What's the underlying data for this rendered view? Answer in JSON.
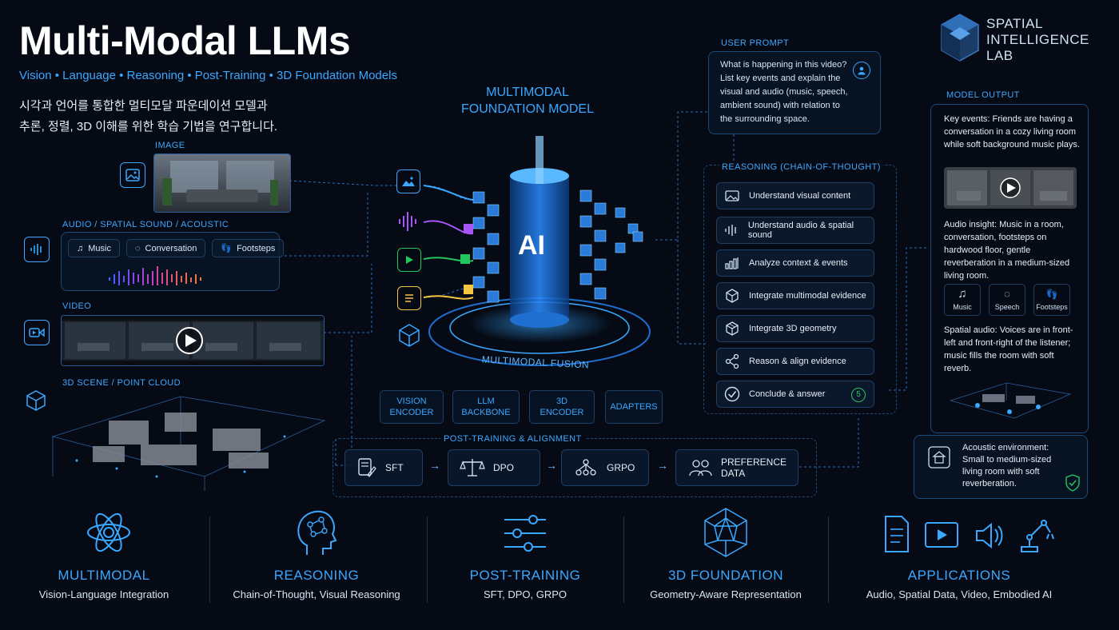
{
  "header": {
    "title": "Multi-Modal LLMs",
    "subtitle": "Vision • Language • Reasoning • Post-Training • 3D Foundation Models",
    "korean_line1": "시각과 언어를 통합한 멀티모달 파운데이션 모델과",
    "korean_line2": "추론, 정렬, 3D 이해를 위한 학습 기법을 연구합니다."
  },
  "logo": {
    "line1": "SPATIAL",
    "line2": "INTELLIGENCE",
    "line3": "LAB"
  },
  "inputs": {
    "image_label": "IMAGE",
    "audio_label": "AUDIO / SPATIAL SOUND / ACOUSTIC",
    "audio_chips": [
      "Music",
      "Conversation",
      "Footsteps"
    ],
    "video_label": "VIDEO",
    "scene_label": "3D SCENE / POINT CLOUD"
  },
  "center": {
    "title_line1": "MULTIMODAL",
    "title_line2": "FOUNDATION MODEL",
    "ai_label": "AI",
    "fusion_label": "MULTIMODAL FUSION",
    "components": [
      {
        "line1": "VISION",
        "line2": "ENCODER"
      },
      {
        "line1": "LLM",
        "line2": "BACKBONE"
      },
      {
        "line1": "3D",
        "line2": "ENCODER"
      },
      {
        "line1": "ADAPTERS",
        "line2": ""
      }
    ]
  },
  "post_training": {
    "label": "POST-TRAINING & ALIGNMENT",
    "steps": [
      {
        "label": "SFT",
        "icon": "document-edit-icon"
      },
      {
        "label": "DPO",
        "icon": "scales-icon"
      },
      {
        "label": "GRPO",
        "icon": "group-hierarchy-icon"
      },
      {
        "label": "PREFERENCE DATA",
        "icon": "people-icon"
      }
    ]
  },
  "prompt": {
    "label": "USER PROMPT",
    "text": "What is happening in this video? List key events and explain the visual and audio (music, speech, ambient sound) with relation to the surrounding space."
  },
  "reasoning": {
    "label": "REASONING (CHAIN-OF-THOUGHT)",
    "steps": [
      {
        "label": "Understand visual content",
        "icon": "image-icon"
      },
      {
        "label": "Understand audio & spatial sound",
        "icon": "waveform-icon"
      },
      {
        "label": "Analyze context & events",
        "icon": "bar-chart-icon"
      },
      {
        "label": "Integrate multimodal evidence",
        "icon": "cube-icon"
      },
      {
        "label": "Integrate 3D geometry",
        "icon": "cube-3d-icon"
      },
      {
        "label": "Reason & align evidence",
        "icon": "share-nodes-icon"
      },
      {
        "label": "Conclude & answer",
        "icon": "check-circle-icon"
      }
    ],
    "final_badge": "5"
  },
  "output": {
    "label": "MODEL OUTPUT",
    "key_events": "Key events: Friends are having a conversation in a cozy living room while soft background music plays.",
    "audio_insight": "Audio insight: Music in a room, conversation, footsteps on hardwood floor, gentle reverberation in a medium-sized living room.",
    "mini_icons": [
      "Music",
      "Speech",
      "Footsteps"
    ],
    "spatial_audio": "Spatial audio: Voices are in front-left and front-right of the listener; music fills the room with soft reverb.",
    "acoustic_env": "Acoustic environment: Small to medium-sized living room with soft reverberation."
  },
  "bottom": [
    {
      "title": "MULTIMODAL",
      "sub": "Vision-Language Integration",
      "icon": "atom-icon"
    },
    {
      "title": "REASONING",
      "sub": "Chain-of-Thought, Visual Reasoning",
      "icon": "brain-head-icon"
    },
    {
      "title": "POST-TRAINING",
      "sub": "SFT, DPO, GRPO",
      "icon": "sliders-icon"
    },
    {
      "title": "3D FOUNDATION",
      "sub": "Geometry-Aware Representation",
      "icon": "geodesic-sphere-icon"
    },
    {
      "title": "APPLICATIONS",
      "sub": "Audio, Spatial Data, Video, Embodied AI",
      "icon": "applications-icons"
    }
  ],
  "colors": {
    "accent": "#3aa8ff",
    "background": "#050a14",
    "purple": "#a855f7",
    "green": "#22c55e",
    "yellow": "#f5c542"
  }
}
